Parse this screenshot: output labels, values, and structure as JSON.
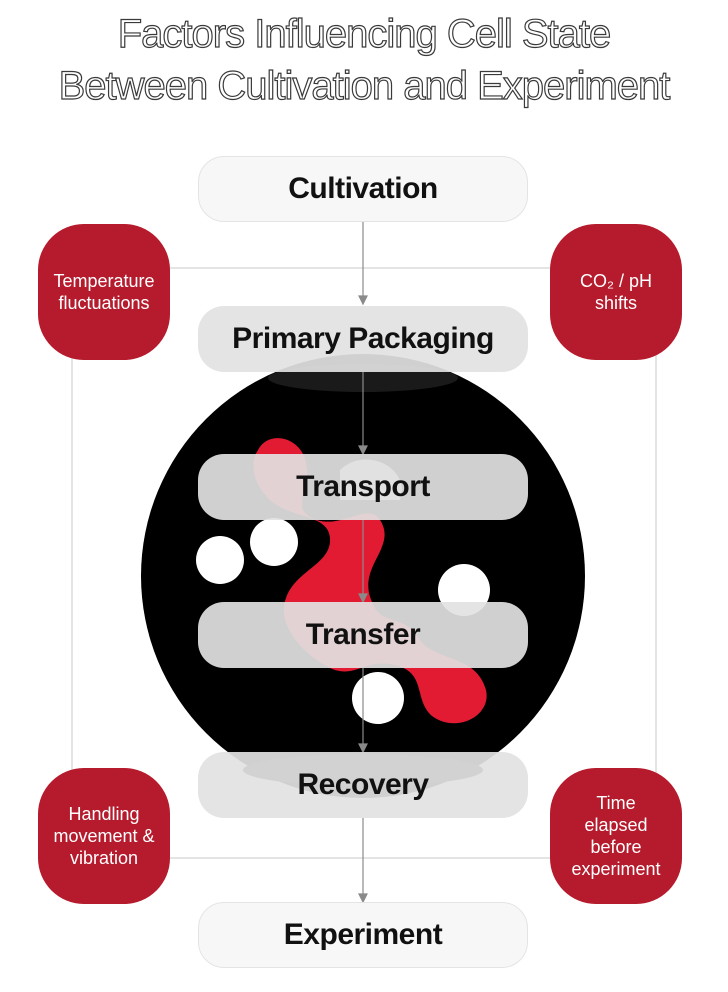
{
  "title": {
    "line1": "Factors Influencing Cell State",
    "line2": "Between Cultivation and Experiment"
  },
  "steps": [
    {
      "label": "Cultivation"
    },
    {
      "label": "Primary Packaging"
    },
    {
      "label": "Transport"
    },
    {
      "label": "Transfer"
    },
    {
      "label": "Recovery"
    },
    {
      "label": "Experiment"
    }
  ],
  "factors": {
    "top_left": "Temperature\nfluctuations",
    "top_right": "CO₂ / pH\nshifts",
    "bottom_left": "Handling\nmovement &\nvibration",
    "bottom_right": "Time\nelapsed\nbefore\nexperiment"
  },
  "colors": {
    "accent_red": "#b51b2c",
    "bright_red": "#e21b33",
    "circle_black": "#000000",
    "step_gray": "#e2e2e2"
  }
}
